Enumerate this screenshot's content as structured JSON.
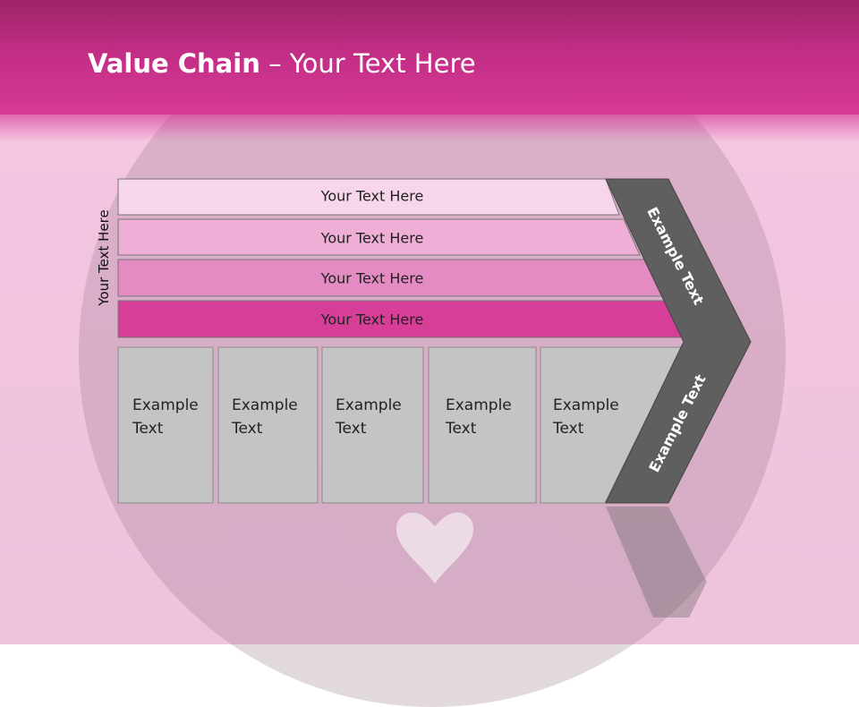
{
  "title": {
    "bold": "Value Chain",
    "rest": " – Your Text Here"
  },
  "side_label": "Your Text Here",
  "bands": [
    {
      "label": "Your Text Here",
      "color": "#f7d6eb"
    },
    {
      "label": "Your Text Here",
      "color": "#efaed5"
    },
    {
      "label": "Your Text Here",
      "color": "#e58bc4"
    },
    {
      "label": "Your Text Here",
      "color": "#d63e97"
    }
  ],
  "boxes": [
    {
      "line1": "Example",
      "line2": "Text"
    },
    {
      "line1": "Example",
      "line2": "Text"
    },
    {
      "line1": "Example",
      "line2": "Text"
    },
    {
      "line1": "Example",
      "line2": "Text"
    },
    {
      "line1": "Example",
      "line2": "Text"
    }
  ],
  "chevron": {
    "upper": "Example Text",
    "lower": "Example Text",
    "color": "#5f5f5f"
  },
  "colors": {
    "header": "#c22d85",
    "box": "#c4c4c4"
  }
}
